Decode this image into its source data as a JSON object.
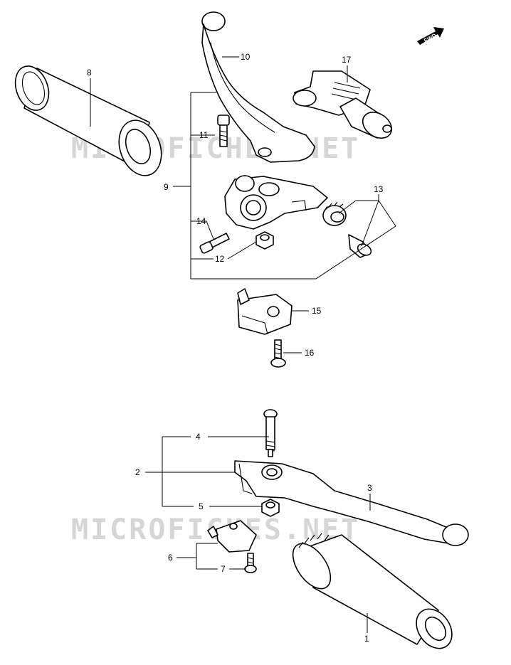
{
  "watermark": {
    "top": "MICROFICHES.NET",
    "bottom": "MICROFICHES.NET"
  },
  "fwd_badge": {
    "text": "FWD"
  },
  "callouts": {
    "p1": "1",
    "p2": "2",
    "p3": "3",
    "p4": "4",
    "p5": "5",
    "p6": "6",
    "p7": "7",
    "p8": "8",
    "p9": "9",
    "p10": "10",
    "p11": "11",
    "p12": "12",
    "p13": "13",
    "p14": "14",
    "p15": "15",
    "p16": "16",
    "p17": "17"
  }
}
